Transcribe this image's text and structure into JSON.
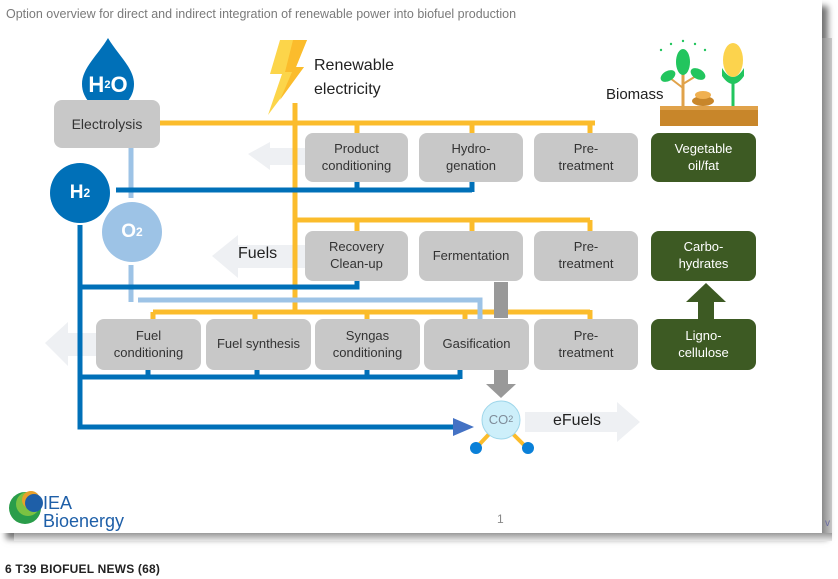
{
  "title": "Option overview for direct and indirect integration of renewable power into biofuel production",
  "inputs": {
    "water_label_main": "H",
    "water_label_sub": "2",
    "water_label_end": "O",
    "electricity_label_line1": "Renewable",
    "electricity_label_line2": "electricity",
    "biomass_label": "Biomass"
  },
  "electrolysis": {
    "label": "Electrolysis"
  },
  "gases": {
    "h2_main": "H",
    "h2_sub": "2",
    "o2_main": "O",
    "o2_sub": "2",
    "co2_main": "CO",
    "co2_sub": "2"
  },
  "rows": {
    "oil": {
      "steps": [
        "Product\nconditioning",
        "Hydro-\ngenation",
        "Pre-\ntreatment"
      ],
      "feedstock": "Vegetable\noil/fat"
    },
    "sugar": {
      "steps": [
        "Recovery\nClean-up",
        "Fermentation",
        "Pre-\ntreatment"
      ],
      "feedstock": "Carbo-\nhydrates",
      "output_label": "Fuels"
    },
    "ligno": {
      "steps": [
        "Fuel\nconditioning",
        "Fuel synthesis",
        "Syngas\nconditioning",
        "Gasification",
        "Pre-\ntreatment"
      ],
      "feedstock": "Ligno-\ncellulose"
    }
  },
  "efuels_label": "eFuels",
  "colors": {
    "electricity": "#fbbc2c",
    "hydrogen": "#0070b8",
    "oxygen": "#9dc3e6",
    "process_box": "#c8c8c8",
    "feedstock_box": "#3d5a23",
    "carbon_arrow": "#999999",
    "output_arrow": "#eef0f3"
  },
  "logo": {
    "line1": "IEA",
    "line2": "Bioenergy"
  },
  "page_number": "1",
  "edge_text": "v",
  "footer": "6  T39 BIOFUEL NEWS (68)"
}
